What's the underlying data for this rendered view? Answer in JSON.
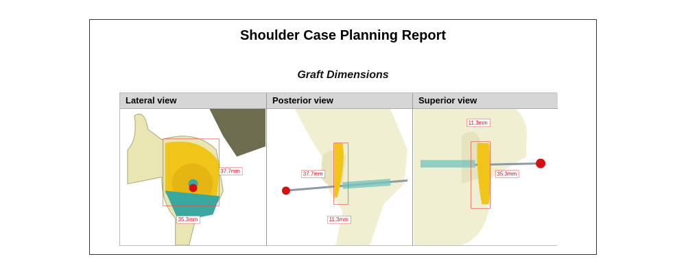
{
  "report": {
    "title": "Shoulder Case Planning Report",
    "section_title": "Graft Dimensions"
  },
  "views": [
    {
      "header": "Lateral view",
      "labels": [
        "37.7mm",
        "35.3mm"
      ]
    },
    {
      "header": "Posterior view",
      "labels": [
        "37.7mm",
        "11.3mm"
      ]
    },
    {
      "header": "Superior view",
      "labels": [
        "11.3mm",
        "35.3mm"
      ]
    }
  ]
}
